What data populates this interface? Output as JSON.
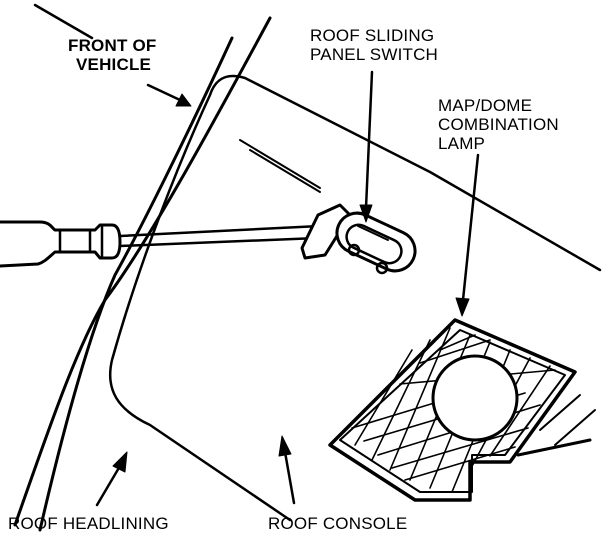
{
  "labels": {
    "front_of_vehicle": [
      "FRONT OF",
      "VEHICLE"
    ],
    "roof_sliding_panel_switch": [
      "ROOF SLIDING",
      "PANEL SWITCH"
    ],
    "map_dome_combination_lamp": [
      "MAP/DOME",
      "COMBINATION",
      "LAMP"
    ],
    "roof_headlining": "ROOF HEADLINING",
    "roof_console": "ROOF CONSOLE"
  },
  "colors": {
    "ink": "#000000",
    "paper": "#ffffff"
  }
}
